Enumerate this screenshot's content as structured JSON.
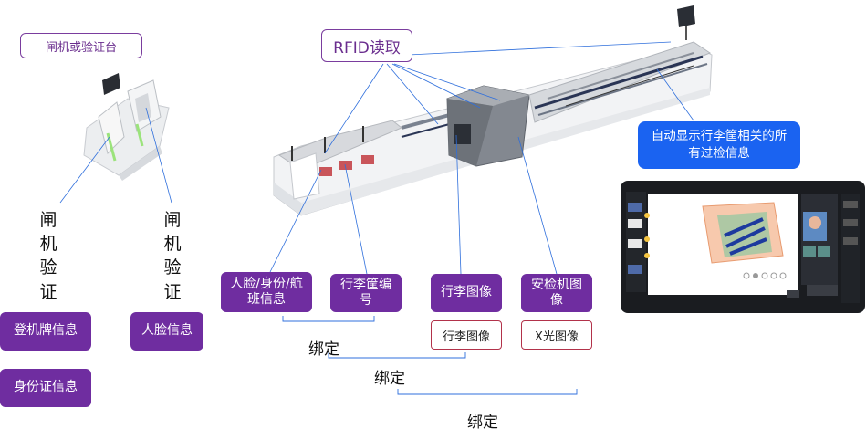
{
  "gate": {
    "title": "闸机或验证台",
    "vertical_label_1": "闸机验证",
    "vertical_label_2": "闸机验证",
    "items": [
      "登机牌信息",
      "身份证信息",
      "人脸信息"
    ]
  },
  "rfid": {
    "label": "RFID读取"
  },
  "info_boxes": [
    "人脸/身份/航班信息",
    "行李筐编号",
    "行李图像",
    "安检机图像"
  ],
  "image_boxes": [
    "行李图像",
    "X光图像"
  ],
  "bind_labels": [
    "绑定",
    "绑定",
    "绑定"
  ],
  "auto_display": {
    "text": "自动显示行李筐相关的所有过检信息"
  },
  "colors": {
    "purple": "#6f2da0",
    "blue": "#1a63f1",
    "red_border": "#b2324a"
  }
}
